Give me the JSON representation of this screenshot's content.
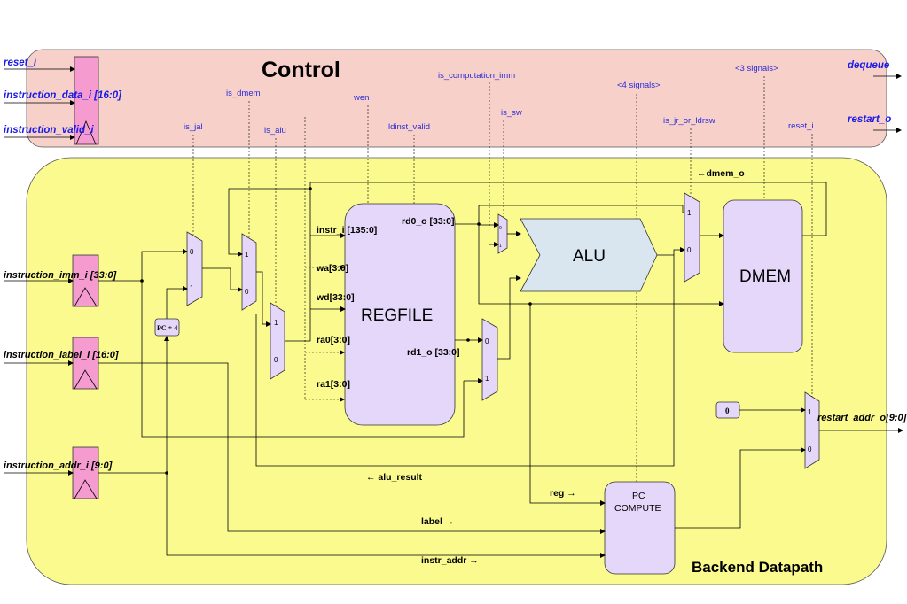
{
  "colors": {
    "control_fill": "#f6d0c9",
    "datapath_fill": "#fafa8f",
    "block_fill": "#e5d7f9",
    "register_fill": "#f59bd0",
    "alu_fill": "#d9e6f0",
    "signal_text": "#1a1ae6"
  },
  "control": {
    "title": "Control",
    "signals": {
      "is_jal": "is_jal",
      "is_dmem": "is_dmem",
      "is_alu": "is_alu",
      "wen": "wen",
      "ldinst_valid": "ldinst_valid",
      "is_computation_imm": "is_computation_imm",
      "is_sw": "is_sw",
      "four_signals": "<4 signals>",
      "is_jr_or_ldrsw": "is_jr_or_ldrsw",
      "three_signals": "<3 signals>",
      "reset_i": "reset_i"
    }
  },
  "datapath": {
    "title": "Backend Datapath"
  },
  "ports": {
    "reset_i": "reset_i",
    "instruction_data_i": "instruction_data_i [16:0]",
    "instruction_valid_i": "instruction_valid_i",
    "instruction_imm_i": "instruction_imm_i [33:0]",
    "instruction_label_i": "instruction_label_i [16:0]",
    "instruction_addr_i": "instruction_addr_i [9:0]",
    "dequeue": "dequeue",
    "restart_o": "restart_o",
    "restart_addr_o": "restart_addr_o[9:0]"
  },
  "blocks": {
    "regfile": "REGFILE",
    "alu": "ALU",
    "dmem": "DMEM",
    "pc_compute": [
      "PC",
      "COMPUTE"
    ],
    "pc_plus4": "PC + 4",
    "zero_const": "0"
  },
  "regfile_ports": {
    "instr_i": "instr_i [135:0]",
    "wa": "wa[3:0]",
    "wd": "wd[33:0]",
    "ra0": "ra0[3:0]",
    "ra1": "ra1[3:0]",
    "rd0": "rd0_o [33:0]",
    "rd1": "rd1_o [33:0]"
  },
  "wires": {
    "dmem_o": "←dmem_o",
    "alu_result": "← alu_result",
    "reg": "reg →",
    "label": "label →",
    "instr_addr": "instr_addr →"
  },
  "mux_labels": {
    "zero": "0",
    "one": "1"
  }
}
